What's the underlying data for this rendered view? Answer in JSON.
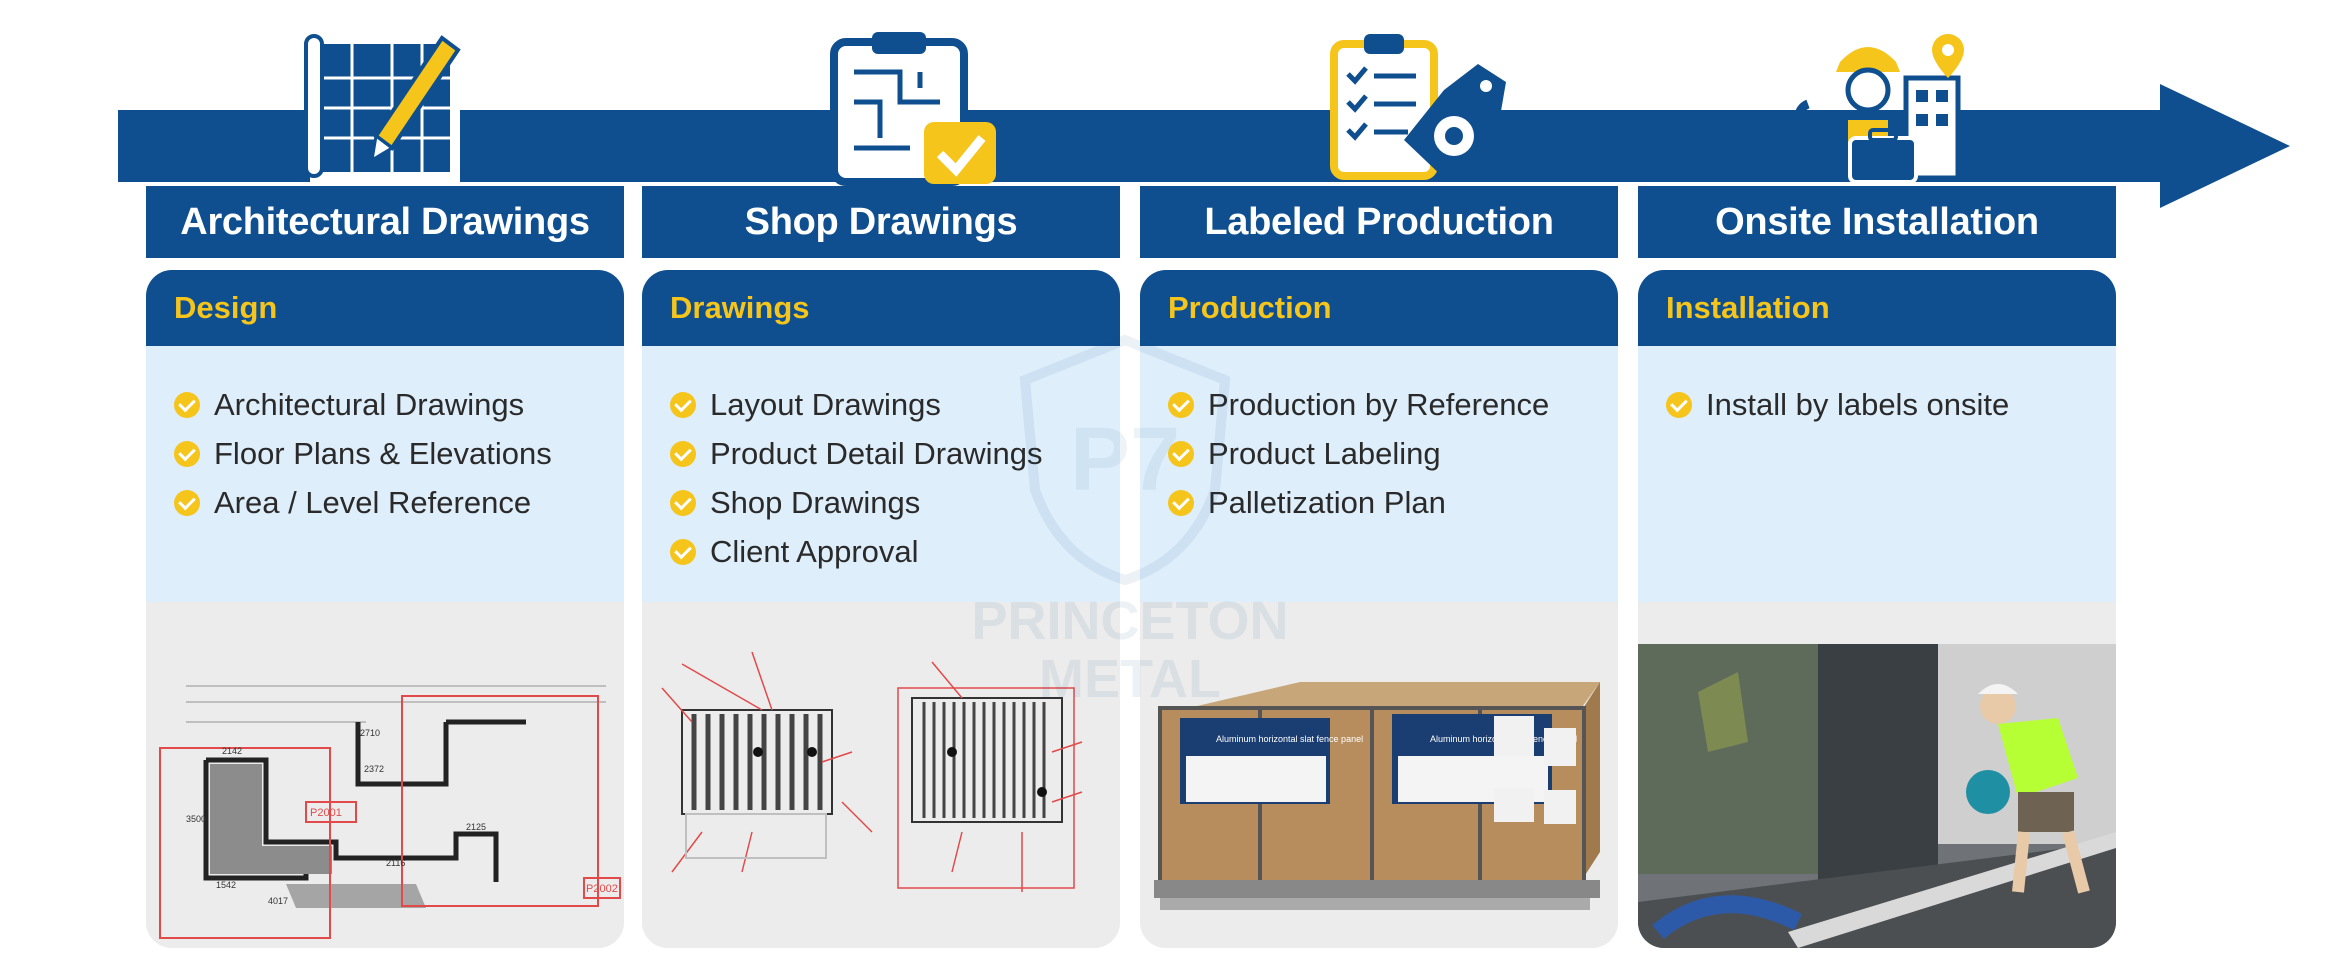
{
  "colors": {
    "primary": "#0f4f8f",
    "accent": "#f5c51c",
    "list_bg": "#deeefb",
    "media_bg": "#ebebeb"
  },
  "watermark": {
    "monogram": "P7",
    "line1": "PRINCETON",
    "line2": "METAL"
  },
  "steps": [
    {
      "title": "Architectural Drawings",
      "icon": "blueprint-pencil-icon",
      "category": "Design",
      "items": [
        "Architectural Drawings",
        "Floor Plans & Elevations",
        "Area / Level Reference"
      ],
      "media": {
        "kind": "floor-plan-image",
        "labels": [
          "P2001",
          "P2002",
          "2142",
          "2710",
          "2372",
          "3500",
          "1542",
          "4017",
          "2125",
          "2116"
        ]
      }
    },
    {
      "title": "Shop Drawings",
      "icon": "clipboard-check-icon",
      "category": "Drawings",
      "items": [
        "Layout Drawings",
        "Product Detail Drawings",
        "Shop Drawings",
        "Client Approval"
      ],
      "media": {
        "kind": "shop-drawing-image"
      }
    },
    {
      "title": "Labeled Production",
      "icon": "checklist-gear-tag-icon",
      "category": "Production",
      "items": [
        "Production by Reference",
        "Product Labeling",
        "Palletization Plan"
      ],
      "media": {
        "kind": "pallet-photo",
        "labels": [
          "Aluminum horizontal slat fence panel",
          "Aluminum horizontal slat fence panel"
        ]
      }
    },
    {
      "title": "Onsite Installation",
      "icon": "installer-toolbox-icon",
      "category": "Installation",
      "items": [
        "Install by labels onsite"
      ],
      "media": {
        "kind": "installation-photo"
      }
    }
  ]
}
